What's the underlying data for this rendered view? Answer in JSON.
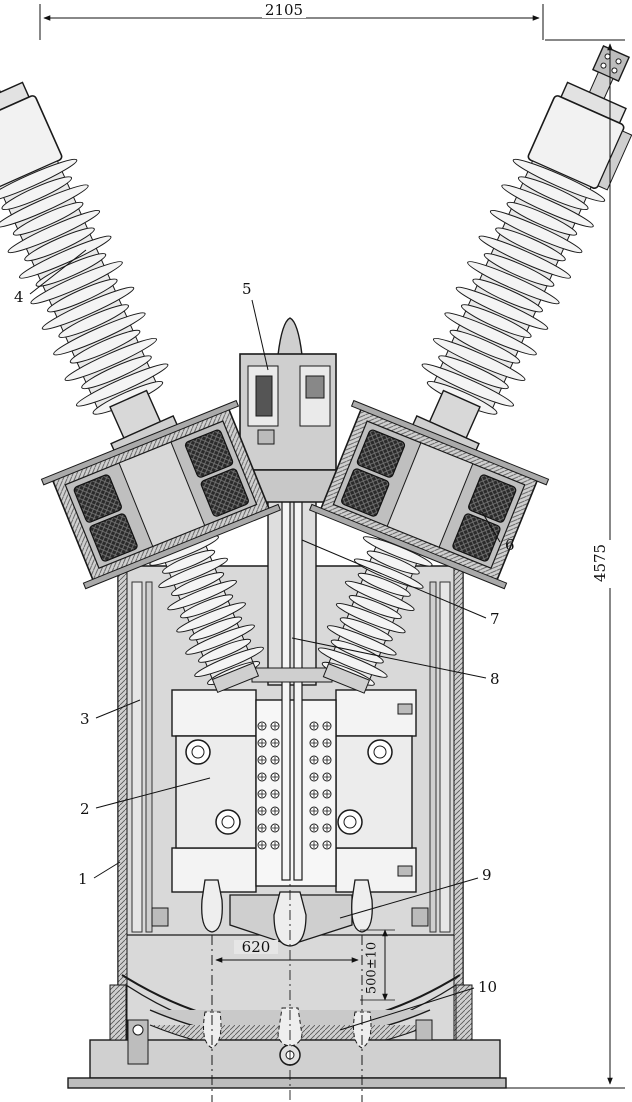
{
  "dimensions": {
    "top_width": "2105",
    "total_height": "4575",
    "base_spacing": "620",
    "clearance": "500±10"
  },
  "callouts": [
    "1",
    "2",
    "3",
    "4",
    "5",
    "6",
    "7",
    "8",
    "9",
    "10"
  ],
  "colors": {
    "line": "#1a1a1a",
    "tank": "#d6d6d6",
    "porcelain": "#eeeeee",
    "coil_dark": "#2a2a2a",
    "metal": "#bdbdbd"
  }
}
